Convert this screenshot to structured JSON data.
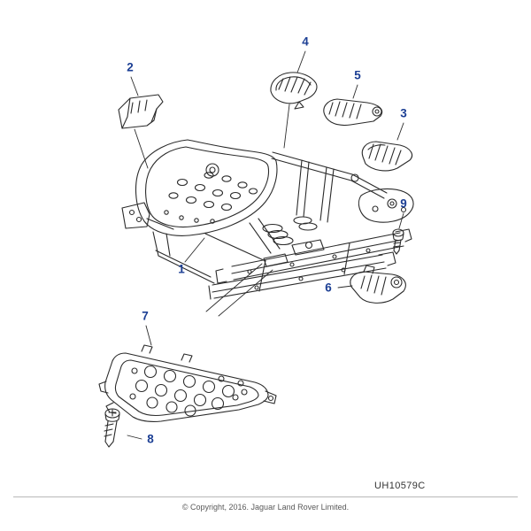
{
  "diagram": {
    "drawing_code": "UH10579C",
    "copyright": "© Copyright, 2016. Jaguar Land Rover Limited.",
    "colors": {
      "callout_number": "#1c3f94",
      "line_art": "#2b2b2b",
      "footer_rule": "#b9b9b9",
      "footer_text": "#5a5a5a",
      "background": "#ffffff"
    },
    "callouts": [
      {
        "label": "1"
      },
      {
        "label": "2"
      },
      {
        "label": "3"
      },
      {
        "label": "4"
      },
      {
        "label": "5"
      },
      {
        "label": "6"
      },
      {
        "label": "7"
      },
      {
        "label": "8"
      },
      {
        "label": "9"
      }
    ]
  }
}
